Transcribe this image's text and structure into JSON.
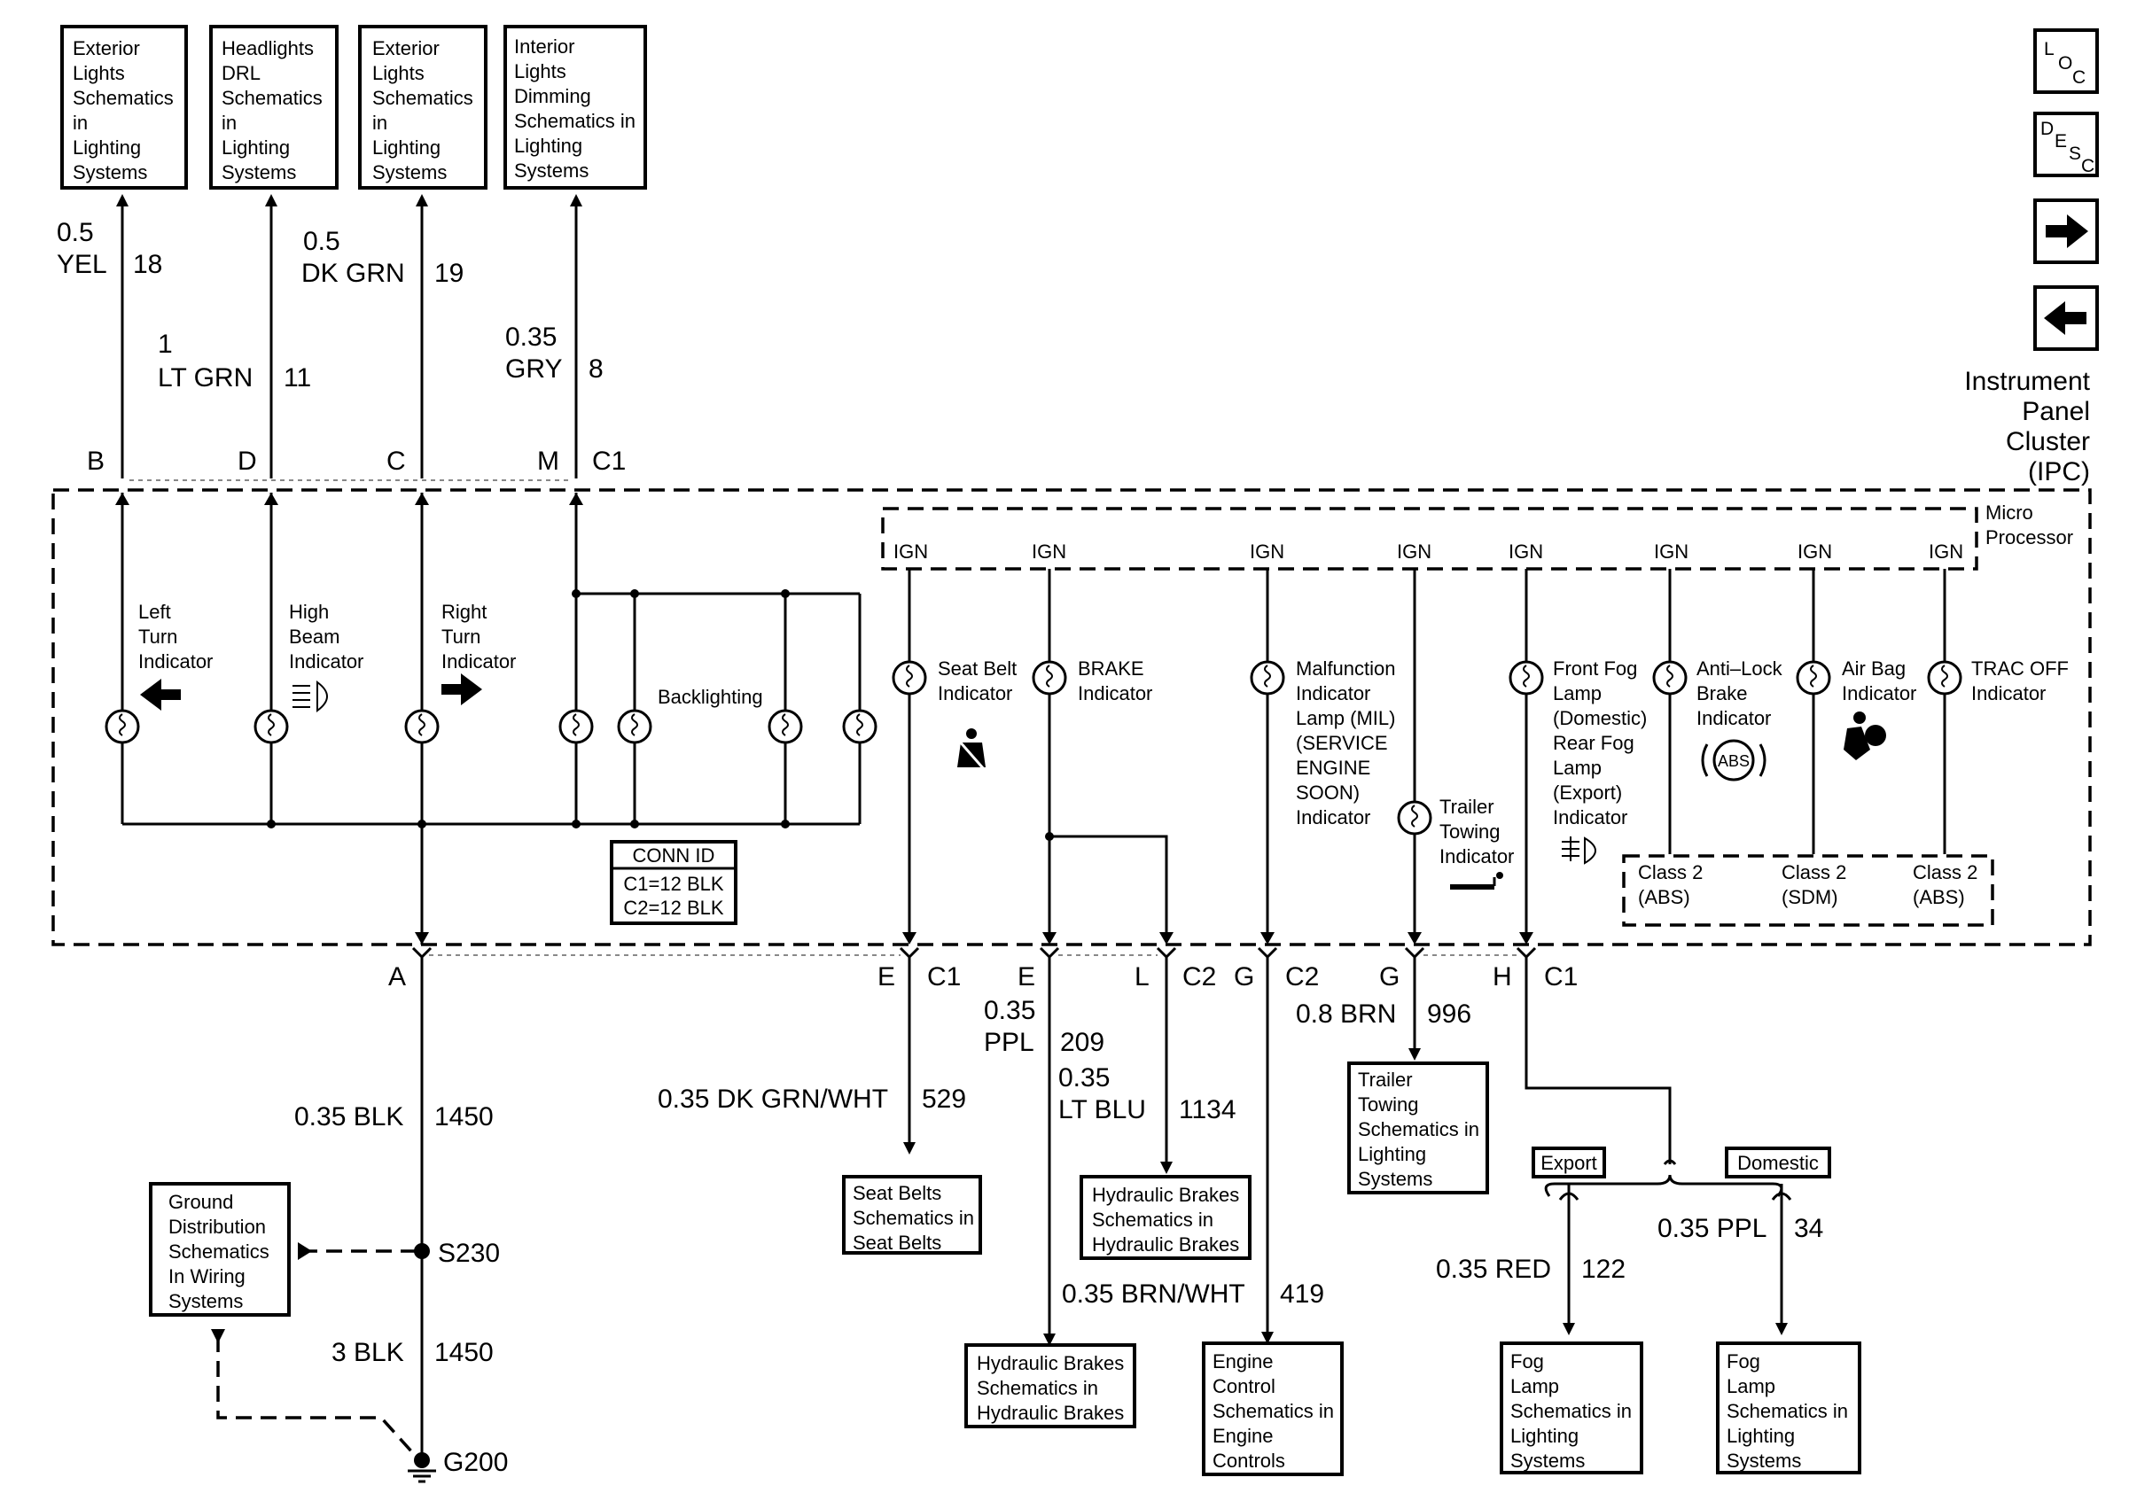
{
  "colors": {
    "ink": "#000000",
    "paper": "#ffffff",
    "shield": "#888888"
  },
  "nav": {
    "loc": {
      "a": "L",
      "b": "O",
      "c": "C"
    },
    "desc": {
      "a": "D",
      "b": "E",
      "c": "S",
      "d": "C"
    },
    "next_icon": "arrow-right-icon",
    "prev_icon": "arrow-left-icon"
  },
  "module": {
    "title_lines": [
      "Instrument",
      "Panel",
      "Cluster",
      "(IPC)"
    ],
    "micro_lines": [
      "Micro",
      "Processor"
    ]
  },
  "top_refs": [
    {
      "lines": [
        "Exterior",
        "Lights",
        "Schematics",
        "in",
        "Lighting",
        "Systems"
      ]
    },
    {
      "lines": [
        "Headlights",
        "DRL",
        "Schematics",
        "in",
        "Lighting",
        "Systems"
      ]
    },
    {
      "lines": [
        "Exterior",
        "Lights",
        "Schematics",
        "in",
        "Lighting",
        "Systems"
      ]
    },
    {
      "lines": [
        "Interior",
        "Lights",
        "Dimming",
        "Schematics in",
        "Lighting",
        "Systems"
      ]
    }
  ],
  "top_wires": [
    {
      "size": "0.5",
      "color": "YEL",
      "circuit": "18",
      "pin": "B"
    },
    {
      "size": "1",
      "color": "LT GRN",
      "circuit": "11",
      "pin": "D"
    },
    {
      "size": "0.5",
      "color": "DK GRN",
      "circuit": "19",
      "pin": "C"
    },
    {
      "size": "0.35",
      "color": "GRY",
      "circuit": "8",
      "pin": "M",
      "connector": "C1"
    }
  ],
  "left_indicators": [
    {
      "lines": [
        "Left",
        "Turn",
        "Indicator"
      ],
      "icon": "left-arrow-icon"
    },
    {
      "lines": [
        "High",
        "Beam",
        "Indicator"
      ],
      "icon": "high-beam-icon"
    },
    {
      "lines": [
        "Right",
        "Turn",
        "Indicator"
      ],
      "icon": "right-arrow-icon"
    }
  ],
  "backlighting_label": "Backlighting",
  "conn_id": {
    "title": "CONN ID",
    "lines": [
      "C1=12 BLK",
      "C2=12 BLK"
    ]
  },
  "ign_label": "IGN",
  "mid_indicators": [
    {
      "lines": [
        "Seat Belt",
        "Indicator"
      ],
      "icon": "seat-belt-icon"
    },
    {
      "lines": [
        "BRAKE",
        "Indicator"
      ]
    },
    {
      "lines": [
        "Malfunction",
        "Indicator",
        "Lamp (MIL)",
        "(SERVICE",
        "ENGINE",
        "SOON)",
        "Indicator"
      ]
    },
    {
      "lines": [
        "Trailer",
        "Towing",
        "Indicator"
      ],
      "icon": "trailer-hitch-icon"
    },
    {
      "lines": [
        "Front Fog",
        "Lamp",
        "(Domestic)",
        "Rear Fog",
        "Lamp",
        "(Export)",
        "Indicator"
      ],
      "icon": "fog-lamp-icon"
    },
    {
      "lines": [
        "Anti–Lock",
        "Brake",
        "Indicator"
      ],
      "icon_text": "ABS"
    },
    {
      "lines": [
        "Air Bag",
        "Indicator"
      ],
      "icon": "airbag-icon"
    },
    {
      "lines": [
        "TRAC OFF",
        "Indicator"
      ]
    }
  ],
  "class2": [
    {
      "lines": [
        "Class 2",
        "(ABS)"
      ]
    },
    {
      "lines": [
        "Class 2",
        "(SDM)"
      ]
    },
    {
      "lines": [
        "Class 2",
        "(ABS)"
      ]
    }
  ],
  "bottom_pins": [
    {
      "pin": "A"
    },
    {
      "pin": "E",
      "connector": "C1"
    },
    {
      "pin": "E"
    },
    {
      "pin": "L",
      "connector": "C2"
    },
    {
      "pin": "G",
      "connector": "C2"
    },
    {
      "pin": "G"
    },
    {
      "pin": "H",
      "connector": "C1"
    }
  ],
  "bottom_wires": [
    {
      "label": "0.35 BLK",
      "circuit": "1450"
    },
    {
      "label": "3 BLK",
      "circuit": "1450"
    },
    {
      "label": "0.35 DK GRN/WHT",
      "circuit": "529"
    },
    {
      "size": "0.35",
      "color": "PPL",
      "circuit": "209"
    },
    {
      "size": "0.35",
      "color": "LT BLU",
      "circuit": "1134"
    },
    {
      "label": "0.35 BRN/WHT",
      "circuit": "419"
    },
    {
      "label": "0.8 BRN",
      "circuit": "996"
    },
    {
      "label": "0.35 RED",
      "circuit": "122"
    },
    {
      "label": "0.35 PPL",
      "circuit": "34"
    }
  ],
  "splice": "S230",
  "ground": "G200",
  "option_tags": {
    "export": "Export",
    "domestic": "Domestic"
  },
  "bottom_refs": [
    {
      "lines": [
        "Ground",
        "Distribution",
        "Schematics",
        "In Wiring",
        "Systems"
      ]
    },
    {
      "lines": [
        "Seat Belts",
        "Schematics in",
        "Seat Belts"
      ]
    },
    {
      "lines": [
        "Hydraulic Brakes",
        "Schematics in",
        "Hydraulic Brakes"
      ]
    },
    {
      "lines": [
        "Hydraulic Brakes",
        "Schematics in",
        "Hydraulic Brakes"
      ]
    },
    {
      "lines": [
        "Engine",
        "Control",
        "Schematics in",
        "Engine",
        "Controls"
      ]
    },
    {
      "lines": [
        "Trailer",
        "Towing",
        "Schematics in",
        "Lighting",
        "Systems"
      ]
    },
    {
      "lines": [
        "Fog",
        "Lamp",
        "Schematics in",
        "Lighting",
        "Systems"
      ]
    },
    {
      "lines": [
        "Fog",
        "Lamp",
        "Schematics in",
        "Lighting",
        "Systems"
      ]
    }
  ]
}
